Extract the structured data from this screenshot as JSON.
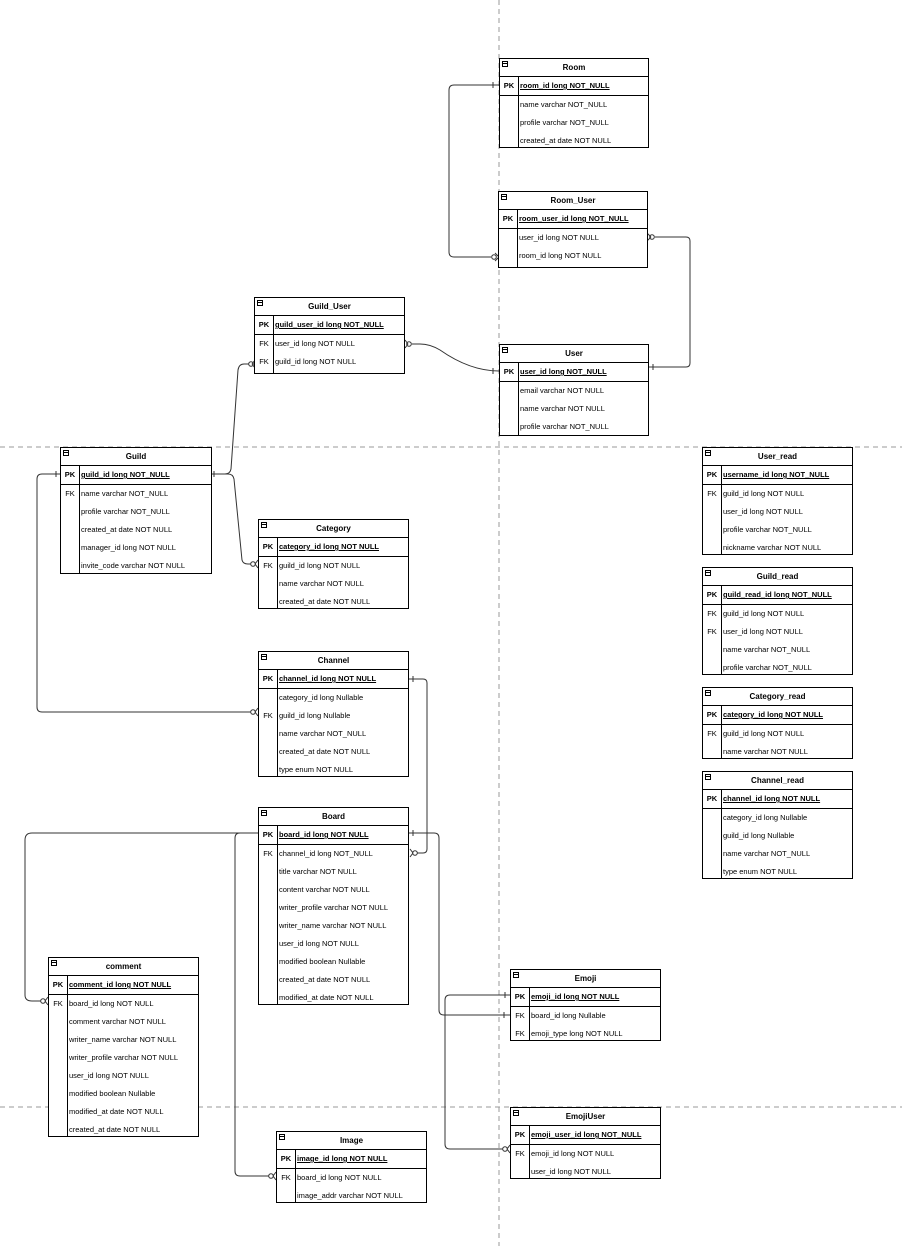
{
  "entities": [
    {
      "id": "room",
      "title": "Room",
      "rows": [
        {
          "key": "PK",
          "attr": "room_id long NOT_NULL"
        },
        {
          "key": "",
          "attr": "name varchar NOT_NULL"
        },
        {
          "key": "",
          "attr": "profile varchar NOT_NULL"
        },
        {
          "key": "",
          "attr": "created_at date NOT NULL"
        }
      ]
    },
    {
      "id": "room-user",
      "title": "Room_User",
      "rows": [
        {
          "key": "PK",
          "attr": "room_user_id long NOT_NULL"
        },
        {
          "key": "",
          "attr": "user_id long NOT NULL"
        },
        {
          "key": "",
          "attr": "room_id long NOT NULL"
        }
      ]
    },
    {
      "id": "guild-user",
      "title": "Guild_User",
      "rows": [
        {
          "key": "PK",
          "attr": "guild_user_id long NOT_NULL"
        },
        {
          "key": "FK",
          "attr": "user_id long NOT NULL"
        },
        {
          "key": "FK",
          "attr": "guild_id long NOT NULL"
        }
      ]
    },
    {
      "id": "user",
      "title": "User",
      "rows": [
        {
          "key": "PK",
          "attr": "user_id long NOT_NULL"
        },
        {
          "key": "",
          "attr": "email varchar NOT NULL"
        },
        {
          "key": "",
          "attr": "name varchar NOT NULL"
        },
        {
          "key": "",
          "attr": "profile varchar NOT_NULL"
        }
      ]
    },
    {
      "id": "guild",
      "title": "Guild",
      "rows": [
        {
          "key": "PK",
          "attr": "guild_id long NOT_NULL"
        },
        {
          "key": "FK",
          "attr": "name varchar NOT_NULL"
        },
        {
          "key": "",
          "attr": "profile varchar NOT_NULL"
        },
        {
          "key": "",
          "attr": "created_at date NOT NULL"
        },
        {
          "key": "",
          "attr": "manager_id long NOT NULL"
        },
        {
          "key": "",
          "attr": "invite_code varchar NOT NULL"
        }
      ]
    },
    {
      "id": "category",
      "title": "Category",
      "rows": [
        {
          "key": "PK",
          "attr": "category_id long NOT NULL"
        },
        {
          "key": "FK",
          "attr": "guild_id long NOT NULL"
        },
        {
          "key": "",
          "attr": "name varchar NOT NULL"
        },
        {
          "key": "",
          "attr": "created_at date NOT NULL"
        }
      ]
    },
    {
      "id": "user-read",
      "title": "User_read",
      "rows": [
        {
          "key": "PK",
          "attr": "username_id long NOT_NULL"
        },
        {
          "key": "FK",
          "attr": "guild_id long NOT NULL"
        },
        {
          "key": "",
          "attr": "user_id long NOT NULL"
        },
        {
          "key": "",
          "attr": "profile varchar NOT_NULL"
        },
        {
          "key": "",
          "attr": "nickname varchar NOT NULL"
        }
      ]
    },
    {
      "id": "guild-read",
      "title": "Guild_read",
      "rows": [
        {
          "key": "PK",
          "attr": "guild_read_id long NOT_NULL"
        },
        {
          "key": "FK",
          "attr": "guild_id long NOT NULL"
        },
        {
          "key": "FK",
          "attr": "user_id long NOT NULL"
        },
        {
          "key": "",
          "attr": "name varchar NOT_NULL"
        },
        {
          "key": "",
          "attr": "profile varchar NOT_NULL"
        }
      ]
    },
    {
      "id": "category-read",
      "title": "Category_read",
      "rows": [
        {
          "key": "PK",
          "attr": "category_id long NOT NULL"
        },
        {
          "key": "FK",
          "attr": "guild_id long NOT NULL"
        },
        {
          "key": "",
          "attr": "name varchar NOT NULL"
        }
      ]
    },
    {
      "id": "channel",
      "title": "Channel",
      "rows": [
        {
          "key": "PK",
          "attr": "channel_id long NOT NULL"
        },
        {
          "key": "",
          "attr": "category_id long Nullable"
        },
        {
          "key": "FK",
          "attr": "guild_id long Nullable"
        },
        {
          "key": "",
          "attr": "name varchar NOT_NULL"
        },
        {
          "key": "",
          "attr": "created_at date NOT NULL"
        },
        {
          "key": "",
          "attr": "type enum NOT NULL"
        }
      ]
    },
    {
      "id": "channel-read",
      "title": "Channel_read",
      "rows": [
        {
          "key": "PK",
          "attr": "channel_id long NOT NULL"
        },
        {
          "key": "",
          "attr": "category_id long Nullable"
        },
        {
          "key": "",
          "attr": "guild_id long Nullable"
        },
        {
          "key": "",
          "attr": "name varchar NOT_NULL"
        },
        {
          "key": "",
          "attr": "type enum NOT NULL"
        }
      ]
    },
    {
      "id": "board",
      "title": "Board",
      "rows": [
        {
          "key": "PK",
          "attr": "board_id long NOT NULL"
        },
        {
          "key": "FK",
          "attr": "channel_id long NOT_NULL"
        },
        {
          "key": "",
          "attr": "title varchar NOT NULL"
        },
        {
          "key": "",
          "attr": "content varchar NOT NULL"
        },
        {
          "key": "",
          "attr": "writer_profile varchar NOT NULL"
        },
        {
          "key": "",
          "attr": "writer_name varchar NOT NULL"
        },
        {
          "key": "",
          "attr": "user_id long NOT NULL"
        },
        {
          "key": "",
          "attr": "modified boolean Nullable"
        },
        {
          "key": "",
          "attr": "created_at date NOT NULL"
        },
        {
          "key": "",
          "attr": "modified_at date NOT NULL"
        }
      ]
    },
    {
      "id": "comment",
      "title": "comment",
      "rows": [
        {
          "key": "PK",
          "attr": "comment_id long NOT NULL"
        },
        {
          "key": "FK",
          "attr": "board_id long NOT NULL"
        },
        {
          "key": "",
          "attr": "comment varchar NOT NULL"
        },
        {
          "key": "",
          "attr": "writer_name varchar NOT NULL"
        },
        {
          "key": "",
          "attr": "writer_profile varchar NOT NULL"
        },
        {
          "key": "",
          "attr": "user_id long NOT NULL"
        },
        {
          "key": "",
          "attr": "modified boolean Nullable"
        },
        {
          "key": "",
          "attr": "modified_at date NOT NULL"
        },
        {
          "key": "",
          "attr": "created_at date NOT NULL"
        }
      ]
    },
    {
      "id": "emoji",
      "title": "Emoji",
      "rows": [
        {
          "key": "PK",
          "attr": "emoji_id long NOT NULL"
        },
        {
          "key": "FK",
          "attr": "board_id long Nullable"
        },
        {
          "key": "FK",
          "attr": "emoji_type long NOT NULL"
        }
      ]
    },
    {
      "id": "emoji-user",
      "title": "EmojiUser",
      "rows": [
        {
          "key": "PK",
          "attr": "emoji_user_id long NOT_NULL"
        },
        {
          "key": "FK",
          "attr": "emoji_id long NOT NULL"
        },
        {
          "key": "",
          "attr": "user_id long NOT NULL"
        }
      ]
    },
    {
      "id": "image",
      "title": "Image",
      "rows": [
        {
          "key": "PK",
          "attr": "image_id long NOT NULL"
        },
        {
          "key": "FK",
          "attr": "board_id long NOT NULL"
        },
        {
          "key": "",
          "attr": "image_addr varchar NOT NULL"
        }
      ]
    }
  ]
}
